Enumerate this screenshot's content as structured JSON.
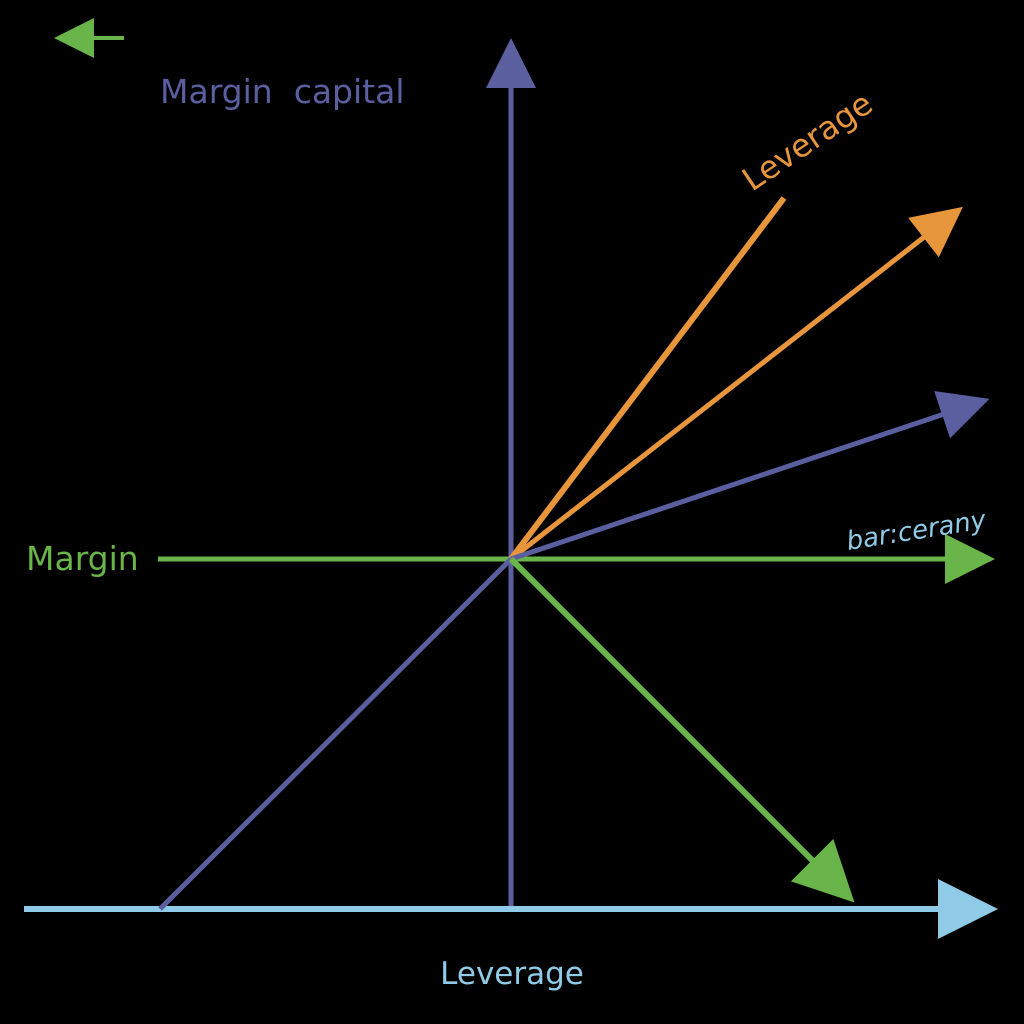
{
  "labels": {
    "top_left": "Margin  capital",
    "orange": "Leverage",
    "cyan_garbled": "bar:cerany",
    "margin_left": "Margin",
    "bottom": "Leverage"
  },
  "colors": {
    "background": "#000000",
    "purple": "#5b5fa0",
    "orange": "#e8963c",
    "green": "#6ab54a",
    "cyan": "#8fcbe6"
  }
}
